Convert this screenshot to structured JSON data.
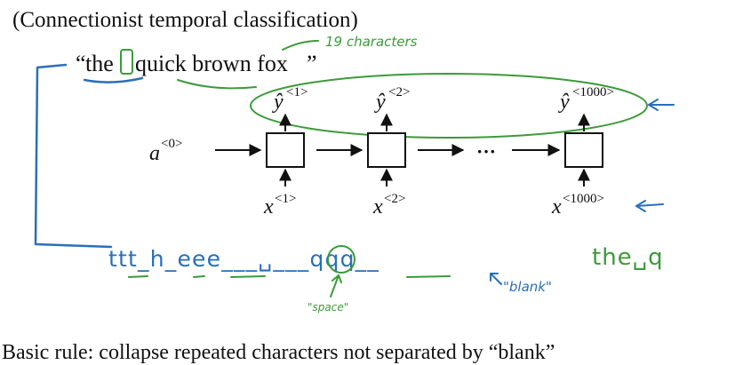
{
  "title": "(Connectionist temporal classification)",
  "sentence": {
    "open_quote": "“",
    "word_the": "the",
    "rest": "quick brown fox",
    "close_quote": "”"
  },
  "char_count_note": "19 characters",
  "rnn": {
    "outputs": [
      {
        "base": "ŷ",
        "sup": "<1>"
      },
      {
        "base": "ŷ",
        "sup": "<2>"
      },
      {
        "base": "ŷ",
        "sup": "<1000>"
      }
    ],
    "inputs": [
      {
        "base": "x",
        "sup": "<1>"
      },
      {
        "base": "x",
        "sup": "<2>"
      },
      {
        "base": "x",
        "sup": "<1000>"
      }
    ],
    "initial_activation": {
      "base": "a",
      "sup": "<0>"
    },
    "ellipsis": "···"
  },
  "ctc_output": {
    "sequence": "ttt_h_eee___␣___qqq__",
    "space_label": "\"space\"",
    "blank_label": "\"blank\"",
    "collapsed": "the␣q"
  },
  "rule": "Basic rule: collapse repeated characters not separated by “blank”",
  "colors": {
    "blue": "#2a6fb8",
    "green": "#3c9a3a",
    "black": "#111111"
  }
}
